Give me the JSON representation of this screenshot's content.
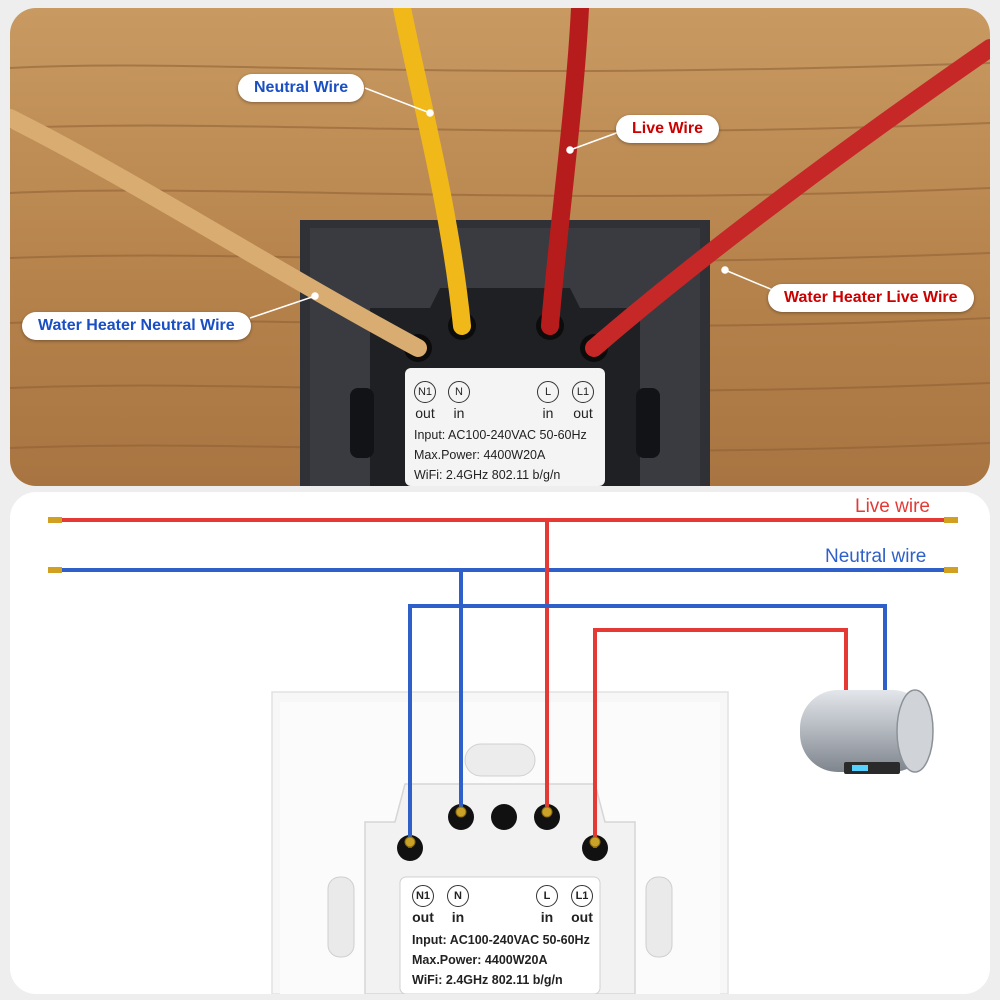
{
  "photo": {
    "callouts": {
      "neutral_wire": "Neutral Wire",
      "live_wire": "Live Wire",
      "water_heater_neutral_wire": "Water Heater  Neutral Wire",
      "water_heater_live_wire": "Water Heater Live Wire"
    }
  },
  "module": {
    "terminals": [
      {
        "code": "N1",
        "dir": "out"
      },
      {
        "code": "N",
        "dir": "in"
      },
      {
        "code": "L",
        "dir": "in"
      },
      {
        "code": "L1",
        "dir": "out"
      }
    ],
    "specs": {
      "input": "Input: AC100-240VAC 50-60Hz",
      "max_power": "Max.Power: 4400W20A",
      "wifi": "WiFi: 2.4GHz 802.11 b/g/n"
    }
  },
  "diagram": {
    "live_wire_label": "Live wire",
    "neutral_wire_label": "Neutral wire"
  },
  "colors": {
    "live": "#e53935",
    "neutral": "#2f5fc9",
    "live_callout_text": "#cc0000",
    "neutral_callout_text": "#1a4fc4"
  }
}
